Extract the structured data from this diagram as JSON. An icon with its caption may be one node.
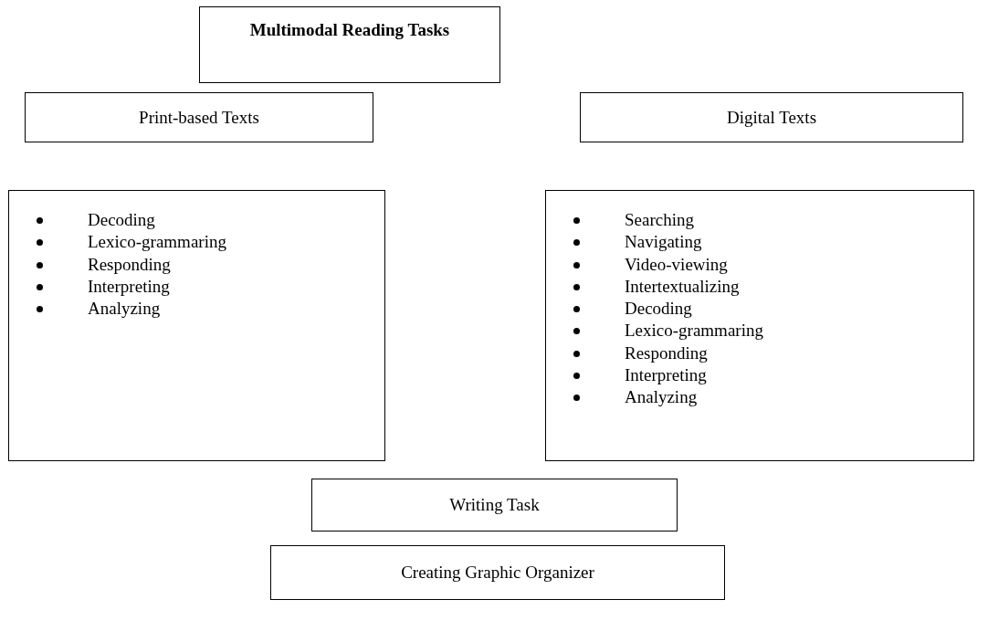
{
  "diagram": {
    "nodes": [
      {
        "text": [
          "Multimodal Reading Tasks"
        ]
      },
      {
        "text": [
          "Print-based Texts"
        ]
      },
      {
        "text": [
          "Digital Texts"
        ]
      },
      {
        "text": [
          "Decoding",
          "Lexico-grammaring",
          "Responding",
          "Interpreting",
          "Analyzing"
        ]
      },
      {
        "text": [
          "Searching",
          "Navigating",
          "Video-viewing",
          "Intertextualizing",
          "Decoding",
          "Lexico-grammaring",
          "Responding",
          "Interpreting",
          "Analyzing"
        ]
      },
      {
        "text": [
          "Writing Task"
        ]
      },
      {
        "text": [
          "Creating Graphic Organizer"
        ]
      }
    ]
  }
}
